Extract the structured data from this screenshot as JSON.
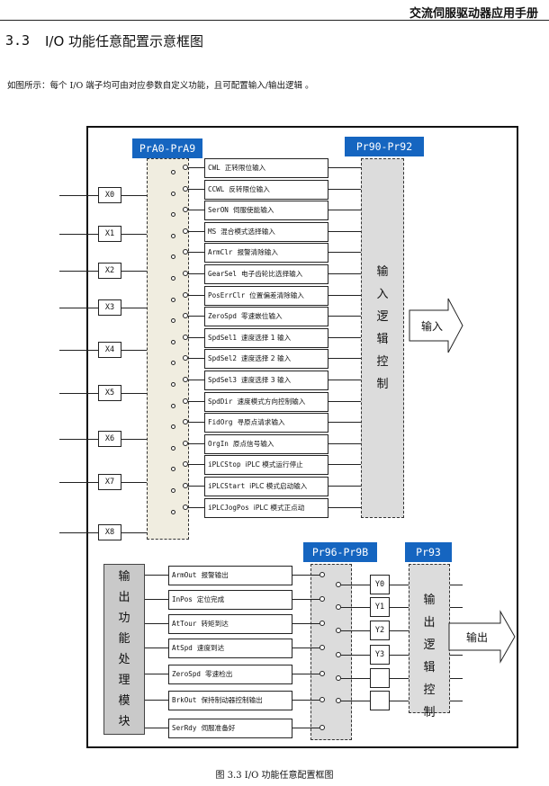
{
  "header": {
    "title": "交流伺服驱动器应用手册"
  },
  "section": {
    "number": "3.3",
    "title": "I/O 功能任意配置示意框图"
  },
  "intro": "如图所示：每个 I/O 端子均可由对应参数自定义功能，且可配置输入/输出逻辑 。",
  "diagram": {
    "input_param_label": "PrA0-PrA9",
    "input_logic_param_label": "Pr90-Pr92",
    "input_logic_text": "输入逻辑控制",
    "input_arrow_label": "输入",
    "x_terminals": [
      "X0",
      "X1",
      "X2",
      "X3",
      "X4",
      "X5",
      "X6",
      "X7",
      "X8"
    ],
    "input_functions": [
      {
        "code": "CWL",
        "desc": "正转限位输入"
      },
      {
        "code": "CCWL",
        "desc": "反转限位输入"
      },
      {
        "code": "SerON",
        "desc": "伺服使能输入"
      },
      {
        "code": "MS",
        "desc": "混合模式选择输入"
      },
      {
        "code": "ArmClr",
        "desc": "报警清除输入"
      },
      {
        "code": "GearSel",
        "desc": "电子齿轮比选择输入"
      },
      {
        "code": "PosErrClr",
        "desc": "位置偏差清除输入"
      },
      {
        "code": "ZeroSpd",
        "desc": "零速嵌位输入"
      },
      {
        "code": "SpdSel1",
        "desc": "速度选择 1 输入"
      },
      {
        "code": "SpdSel2",
        "desc": "速度选择 2 输入"
      },
      {
        "code": "SpdSel3",
        "desc": "速度选择 3 输入"
      },
      {
        "code": "SpdDir",
        "desc": "速度模式方向控制输入"
      },
      {
        "code": "FidOrg",
        "desc": "寻原点请求输入"
      },
      {
        "code": "OrgIn",
        "desc": "原点信号输入"
      },
      {
        "code": "iPLCStop",
        "desc": "iPLC 模式运行停止"
      },
      {
        "code": "iPLCStart",
        "desc": "iPLC 模式启动输入"
      },
      {
        "code": "iPLCJogPos",
        "desc": "iPLC 模式正点动"
      }
    ],
    "output_module_text": "输出功能处理模块",
    "output_param_label": "Pr96-Pr9B",
    "output_logic_param_label": "Pr93",
    "output_logic_text": "输出逻辑控制",
    "output_arrow_label": "输出",
    "y_terminals": [
      "Y0",
      "Y1",
      "Y2",
      "Y3",
      "",
      ""
    ],
    "output_functions": [
      {
        "code": "ArmOut",
        "desc": "报警输出"
      },
      {
        "code": "InPos",
        "desc": "定位完成"
      },
      {
        "code": "AtTour",
        "desc": "转矩到达"
      },
      {
        "code": "AtSpd",
        "desc": "速度到达"
      },
      {
        "code": "ZeroSpd",
        "desc": "零速检出"
      },
      {
        "code": "BrkOut",
        "desc": "保持制动器控制输出"
      },
      {
        "code": "SerRdy",
        "desc": "伺服准备好"
      }
    ]
  },
  "caption": "图 3.3   I/O 功能任意配置框图"
}
